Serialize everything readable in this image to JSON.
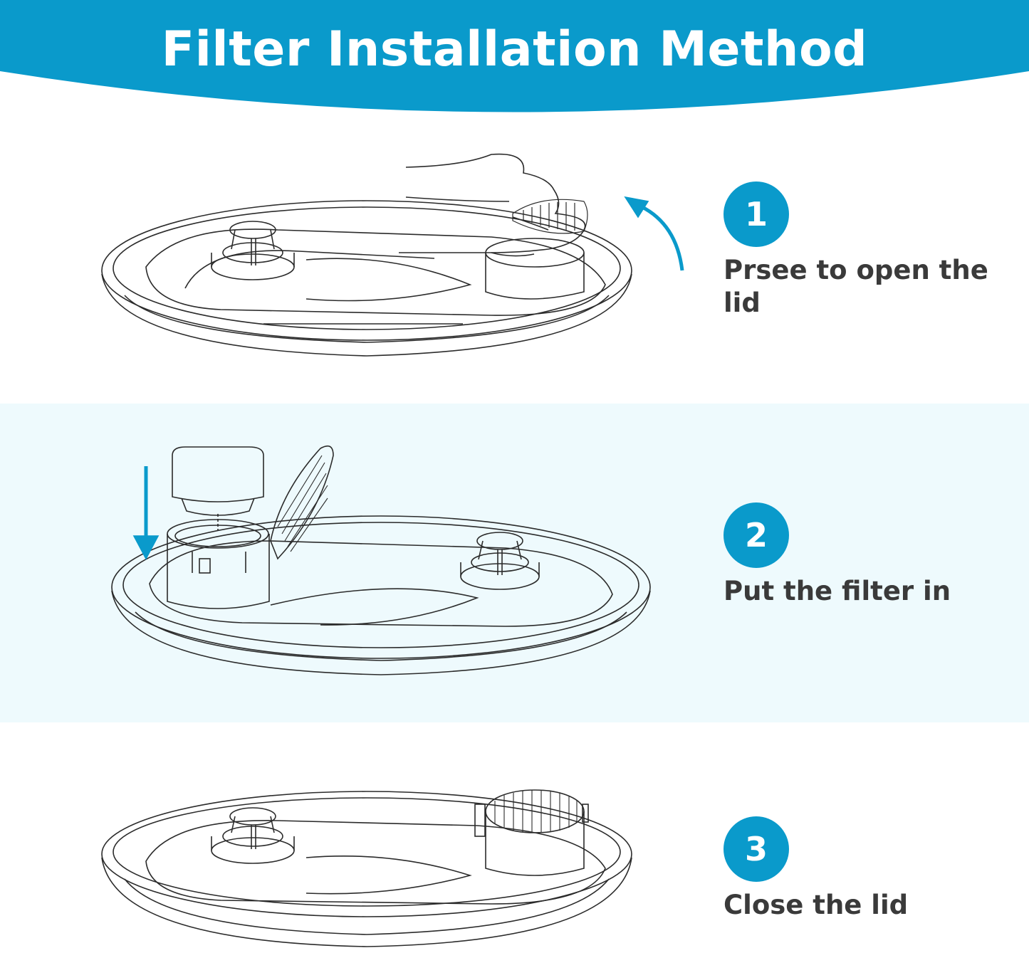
{
  "title": "Filter Installation Method",
  "colors": {
    "accent": "#0a9acb",
    "band": "#eefafd",
    "text": "#3a3a3a",
    "line": "#2b2b2b"
  },
  "steps": [
    {
      "number": "1",
      "text": "Prsee to open the lid"
    },
    {
      "number": "2",
      "text": "Put the filter in"
    },
    {
      "number": "3",
      "text": "Close the lid"
    }
  ]
}
